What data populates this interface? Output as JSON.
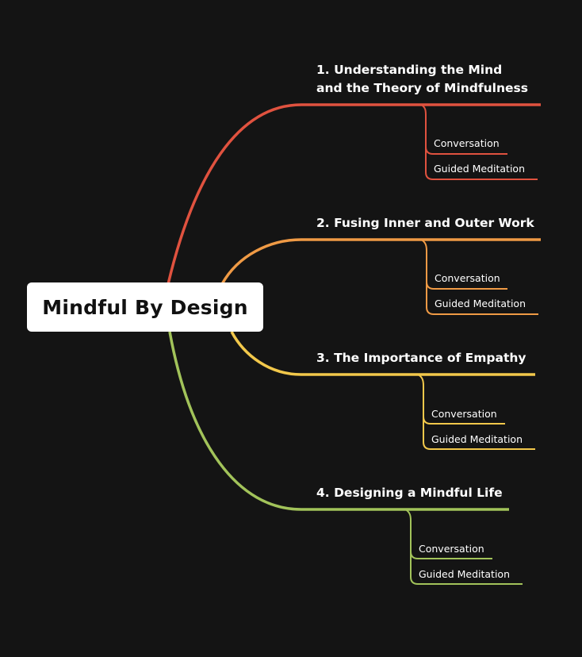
{
  "root": {
    "label": "Mindful By Design"
  },
  "topics": [
    {
      "label": "1. Understanding the Mind\nand the Theory of Mindfulness",
      "color": "#e0523f",
      "children": [
        "Conversation",
        "Guided Meditation"
      ]
    },
    {
      "label": "2. Fusing Inner and Outer Work",
      "color": "#ef9a45",
      "children": [
        "Conversation",
        "Guided Meditation"
      ]
    },
    {
      "label": "3. The Importance of Empathy",
      "color": "#f2c84b",
      "children": [
        "Conversation",
        "Guided Meditation"
      ]
    },
    {
      "label": "4. Designing a Mindful Life",
      "color": "#a2c35a",
      "children": [
        "Conversation",
        "Guided Meditation"
      ]
    }
  ]
}
